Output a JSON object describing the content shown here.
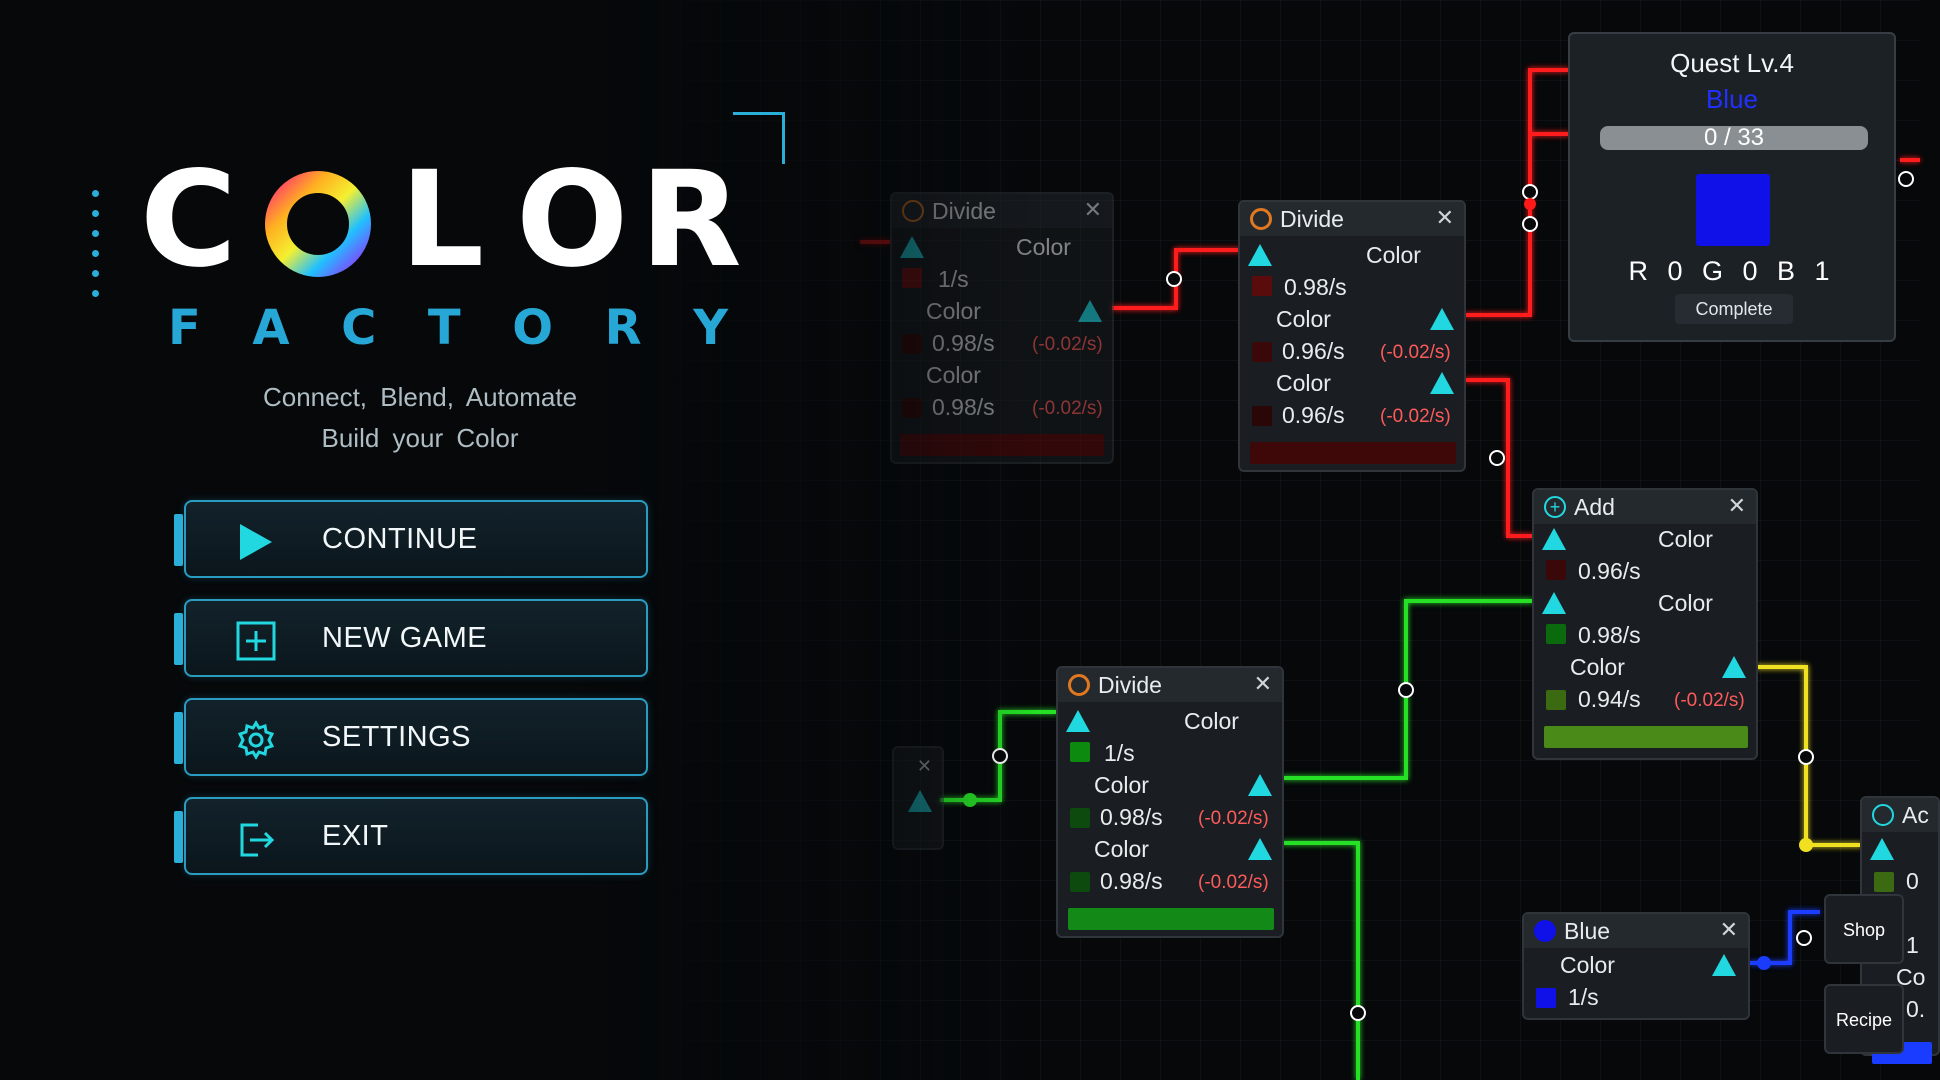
{
  "title": {
    "letters": [
      "C",
      "L",
      "O",
      "R"
    ],
    "subtitle": "F A C T O R Y",
    "subtitle_letters": [
      "F",
      "A",
      "C",
      "T",
      "O",
      "R",
      "Y"
    ],
    "tagline1": "Connect, Blend, Automate",
    "tagline2": "Build your Color"
  },
  "menu": {
    "continue": "CONTINUE",
    "new_game": "NEW GAME",
    "settings": "SETTINGS",
    "exit": "EXIT"
  },
  "colors": {
    "accent": "#2ab0d8",
    "red_wire": "#ff1a1a",
    "green_wire": "#28e028",
    "yellow_wire": "#f0e020",
    "blue_wire": "#1a3cff",
    "port": "#21d8e0"
  },
  "nodes": {
    "divide_faded": {
      "title": "Divide",
      "out_label": "Color",
      "in_rate": "1/s",
      "c1": "Color",
      "c1_rate": "0.98/s",
      "c1_delta": "(-0.02/s)",
      "c2": "Color",
      "c2_rate": "0.98/s",
      "c2_delta": "(-0.02/s)"
    },
    "divide_red": {
      "title": "Divide",
      "out_label": "Color",
      "in_rate": "0.98/s",
      "c1": "Color",
      "c1_rate": "0.96/s",
      "c1_delta": "(-0.02/s)",
      "c2": "Color",
      "c2_rate": "0.96/s",
      "c2_delta": "(-0.02/s)"
    },
    "divide_green": {
      "title": "Divide",
      "out_label": "Color",
      "in_rate": "1/s",
      "c1": "Color",
      "c1_rate": "0.98/s",
      "c1_delta": "(-0.02/s)",
      "c2": "Color",
      "c2_rate": "0.98/s",
      "c2_delta": "(-0.02/s)"
    },
    "add": {
      "title": "Add",
      "in1_label": "Color",
      "in1_rate": "0.96/s",
      "in2_label": "Color",
      "in2_rate": "0.98/s",
      "out_label": "Color",
      "out_rate": "0.94/s",
      "out_delta": "(-0.02/s)"
    },
    "blue": {
      "title": "Blue",
      "out_label": "Color",
      "rate": "1/s"
    },
    "add_partial": {
      "title": "Ac",
      "v1": "0",
      "v2": "1",
      "c": "Co",
      "v3": "0."
    }
  },
  "quest": {
    "title": "Quest Lv.4",
    "color_name": "Blue",
    "progress_text": "0 / 33",
    "progress": 0,
    "target_rgb": "R 0 G 0 B 1",
    "status": "Complete"
  },
  "side_buttons": {
    "shop": "Shop",
    "recipe": "Recipe"
  }
}
